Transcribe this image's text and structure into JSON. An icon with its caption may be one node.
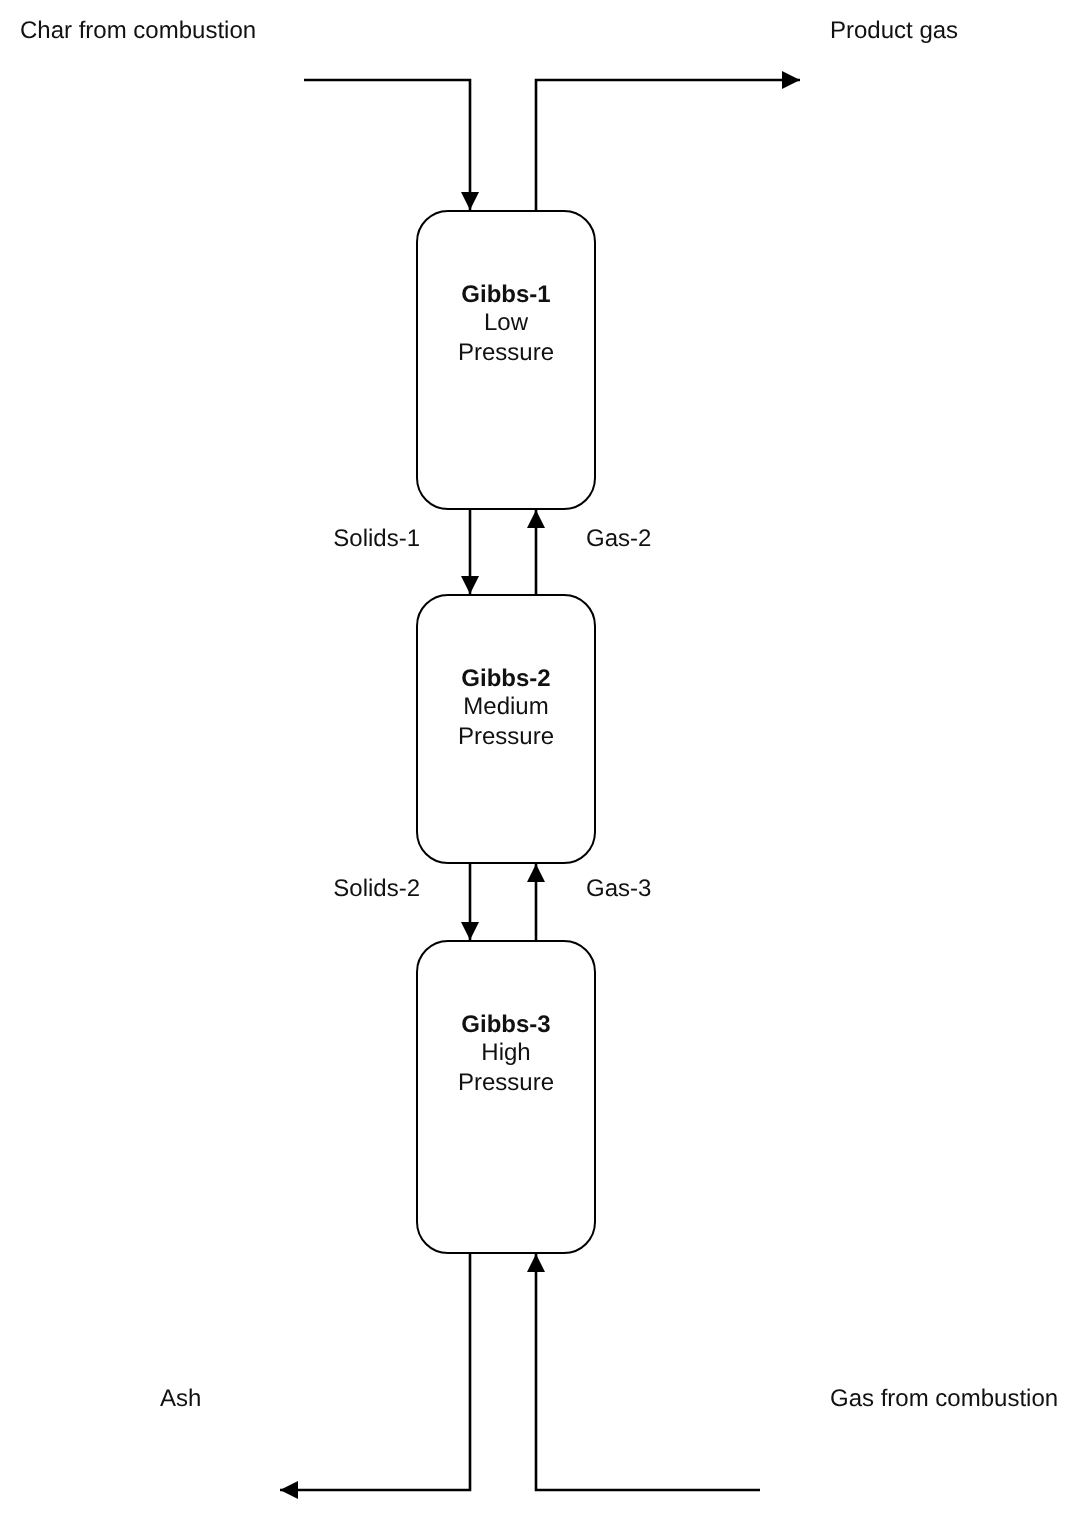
{
  "diagram": {
    "nodes": [
      {
        "text": [
          "Char from combustion"
        ]
      },
      {
        "text": [
          "Product gas"
        ]
      },
      {
        "text": [
          "Gibbs-1",
          "Low Pressure"
        ]
      },
      {
        "text": [
          "Gibbs-2",
          "Medium Pressure"
        ]
      },
      {
        "text": [
          "Gibbs-3",
          "High Pressure"
        ]
      },
      {
        "text": [
          "Ash"
        ]
      },
      {
        "text": [
          "Gas from combustion"
        ]
      }
    ],
    "edges": [
      {
        "from": 0,
        "to": 2,
        "arrow": "to"
      },
      {
        "from": 2,
        "to": 1,
        "arrow": "to"
      },
      {
        "from": 2,
        "to": 3,
        "arrow": "to",
        "label": "Solids-1"
      },
      {
        "from": 3,
        "to": 2,
        "arrow": "to",
        "label": "Gas-2"
      },
      {
        "from": 3,
        "to": 4,
        "arrow": "to",
        "label": "Solids-2"
      },
      {
        "from": 4,
        "to": 3,
        "arrow": "to",
        "label": "Gas-3"
      },
      {
        "from": 4,
        "to": 5,
        "arrow": "to"
      },
      {
        "from": 6,
        "to": 4,
        "arrow": "to"
      }
    ]
  }
}
